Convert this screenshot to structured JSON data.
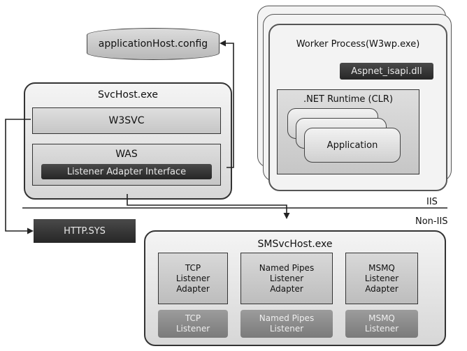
{
  "config_store": {
    "label": "applicationHost.config"
  },
  "worker_process": {
    "title": "Worker Process(W3wp.exe)",
    "isapi": "Aspnet_isapi.dll",
    "runtime": ".NET Runtime (CLR)",
    "application": "Application"
  },
  "svchost": {
    "title": "SvcHost.exe",
    "w3svc": "W3SVC",
    "was": "WAS",
    "listener_adapter_interface": "Listener Adapter Interface"
  },
  "boundary": {
    "upper_label": "IIS",
    "lower_label": "Non-IIS"
  },
  "http_sys": {
    "label": "HTTP.SYS"
  },
  "smsvchost": {
    "title": "SMSvcHost.exe",
    "adapters": [
      {
        "lines": [
          "TCP",
          "Listener",
          "Adapter"
        ]
      },
      {
        "lines": [
          "Named Pipes",
          "Listener",
          "Adapter"
        ]
      },
      {
        "lines": [
          "MSMQ",
          "Listener",
          "Adapter"
        ]
      }
    ],
    "listeners": [
      {
        "lines": [
          "TCP",
          "Listener"
        ]
      },
      {
        "lines": [
          "Named Pipes",
          "Listener"
        ]
      },
      {
        "lines": [
          "MSMQ",
          "Listener"
        ]
      }
    ]
  },
  "colors": {
    "line": "#222222",
    "dark": "#333333",
    "panel": "#d0d0d0"
  }
}
